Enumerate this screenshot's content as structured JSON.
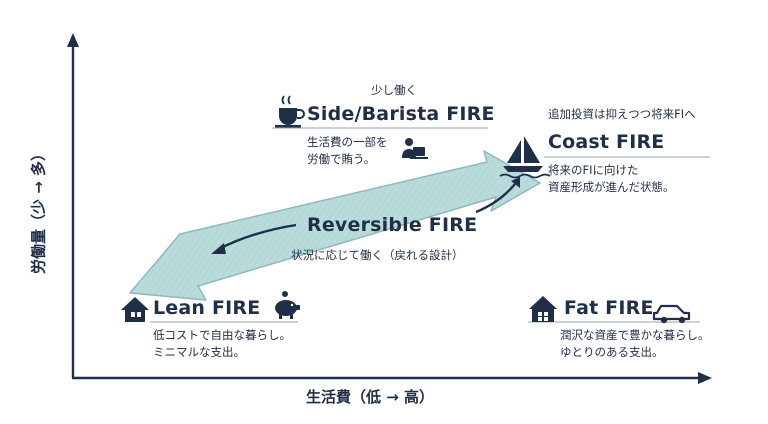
{
  "axes": {
    "x_label": "生活費（低 → 高）",
    "y_label": "労働量（少 → 多）"
  },
  "quadrants": {
    "side": {
      "caption": "少し働く",
      "title": "Side/Barista FIRE",
      "desc": "生活費の一部を\n労働で賄う。",
      "icons": [
        "coffee-cup-icon",
        "laptop-worker-icon"
      ]
    },
    "coast": {
      "caption": "追加投資は抑えつつ将来FIへ",
      "title": "Coast FIRE",
      "desc": "将来のFIに向けた\n資産形成が進んだ状態。",
      "icons": [
        "sailboat-icon"
      ]
    },
    "reversible": {
      "title": "Reversible FIRE",
      "desc": "状況に応じて働く（戻れる設計）"
    },
    "lean": {
      "title": "Lean FIRE",
      "desc": "低コストで自由な暮らし。\nミニマルな支出。",
      "icons": [
        "house-icon",
        "piggy-bank-icon"
      ]
    },
    "fat": {
      "title": "Fat FIRE",
      "desc": "潤沢な資産で豊かな暮らし。\nゆとりのある支出。",
      "icons": [
        "large-house-icon",
        "car-icon"
      ]
    }
  },
  "colors": {
    "navy": "#1f2f47",
    "band_fill": "#b9dcdb",
    "band_stroke": "#8fb8bd"
  }
}
